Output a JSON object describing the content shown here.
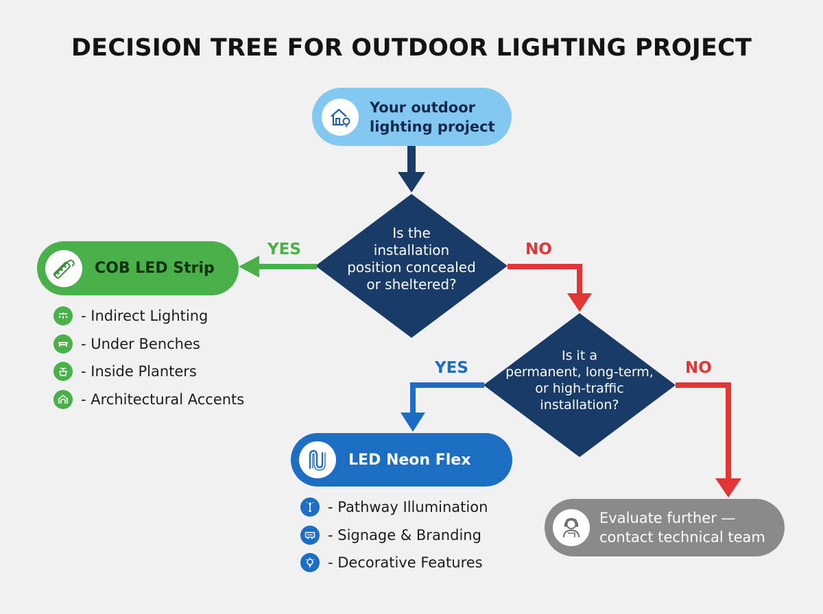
{
  "title": "DECISION TREE FOR OUTDOOR LIGHTING PROJECT",
  "start": {
    "label": [
      "Your outdoor",
      "lighting project"
    ],
    "icon": "house-lightbulb-icon",
    "color": "#82c8f0"
  },
  "decision_1": {
    "question": [
      "Is the",
      "installation",
      "position concealed",
      "or sheltered?"
    ],
    "yes_label": "YES",
    "no_label": "NO",
    "color": "#193b68"
  },
  "decision_2": {
    "question": [
      "Is it a",
      "permanent, long-term,",
      "or high-traffic",
      "installation?"
    ],
    "yes_label": "YES",
    "no_label": "NO",
    "color": "#193b68"
  },
  "cob_strip": {
    "label": "COB LED Strip",
    "icon": "led-strip-icon",
    "color": "#4ab04a",
    "features": [
      {
        "icon": "indirect-light-icon",
        "text": "- Indirect Lighting"
      },
      {
        "icon": "bench-icon",
        "text": "- Under Benches"
      },
      {
        "icon": "planter-icon",
        "text": "- Inside Planters"
      },
      {
        "icon": "arch-icon",
        "text": "- Architectural Accents"
      }
    ]
  },
  "neon_flex": {
    "label": "LED Neon Flex",
    "icon": "neon-tube-icon",
    "color": "#1c6ec5",
    "features": [
      {
        "icon": "pathway-light-icon",
        "text": "- Pathway Illumination"
      },
      {
        "icon": "sign-icon",
        "text": "- Signage & Branding"
      },
      {
        "icon": "bulb-icon",
        "text": "- Decorative Features"
      }
    ]
  },
  "evaluate": {
    "label": [
      "Evaluate further —",
      "contact technical team"
    ],
    "icon": "technician-icon",
    "color": "#8a8a8a"
  },
  "colors": {
    "yes_green": "#4ab04a",
    "yes_blue": "#1c6ec5",
    "no_red": "#e23535",
    "start_arrow": "#193b68"
  }
}
